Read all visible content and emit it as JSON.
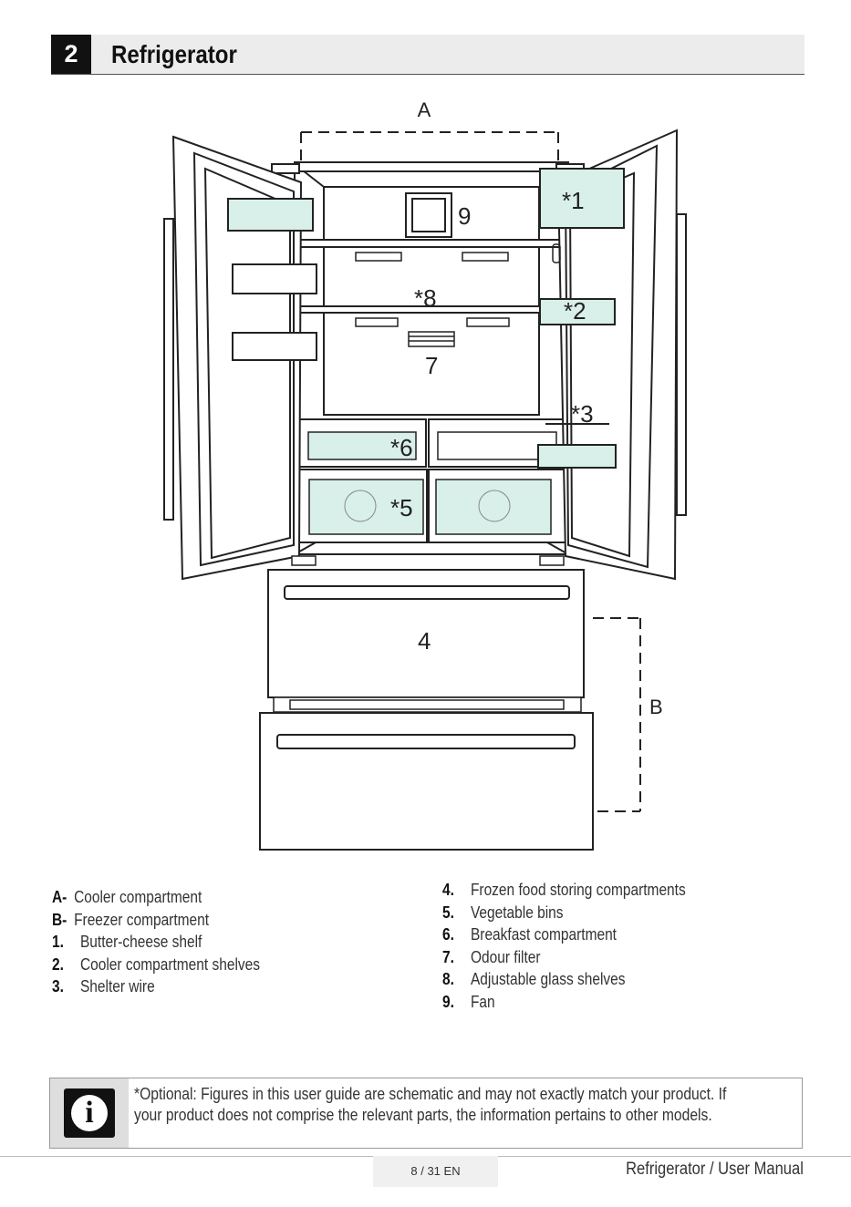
{
  "section": {
    "number": "2",
    "title": "Refrigerator"
  },
  "figure": {
    "labels": {
      "A": "A",
      "B": "B",
      "n1": "*1",
      "n2": "*2",
      "n3": "*3",
      "n4": "4",
      "n5": "*5",
      "n6": "*6",
      "n7": "7",
      "n8": "*8",
      "n9": "9"
    }
  },
  "legend": {
    "left": [
      {
        "key": "A-",
        "text": "Cooler compartment"
      },
      {
        "key": "B-",
        "text": "Freezer compartment"
      },
      {
        "key": "1.",
        "text": "Butter-cheese shelf"
      },
      {
        "key": "2.",
        "text": "Cooler compartment shelves"
      },
      {
        "key": "3.",
        "text": "Shelter wire"
      }
    ],
    "right": [
      {
        "key": "4.",
        "text": "Frozen food storing compartments"
      },
      {
        "key": "5.",
        "text": "Vegetable bins"
      },
      {
        "key": "6.",
        "text": "Breakfast compartment"
      },
      {
        "key": "7.",
        "text": "Odour filter"
      },
      {
        "key": "8.",
        "text": "Adjustable glass shelves"
      },
      {
        "key": "9.",
        "text": "Fan"
      }
    ]
  },
  "note": {
    "icon": "info-icon",
    "text": "*Optional: Figures in this user guide are schematic and may not exactly match your product. If your product does not comprise the relevant parts, the information pertains to other models."
  },
  "footer": {
    "page": "8 / 31  EN",
    "manual": "Refrigerator / User Manual"
  },
  "colors": {
    "bin": "#d9efe9",
    "line": "#222222",
    "header_bg": "#ececec"
  }
}
